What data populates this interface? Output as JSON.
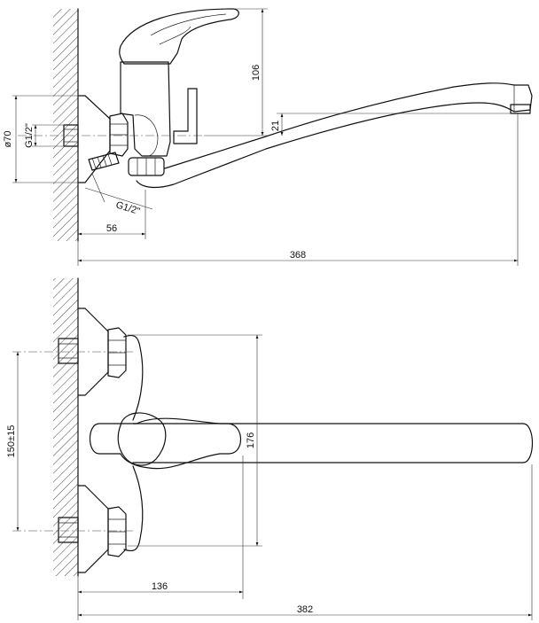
{
  "dimensions": {
    "top_view": {
      "overall_length": "368",
      "handle_height": "106",
      "spout_drop": "21",
      "wall_offset": "56",
      "flange_diameter": "ø70",
      "inlet_thread": "G1/2\"",
      "outlet_thread": "G1/2\""
    },
    "bottom_view": {
      "inlet_spacing": "150±15",
      "body_height": "176",
      "handle_reach": "136",
      "spout_length": "382"
    }
  }
}
